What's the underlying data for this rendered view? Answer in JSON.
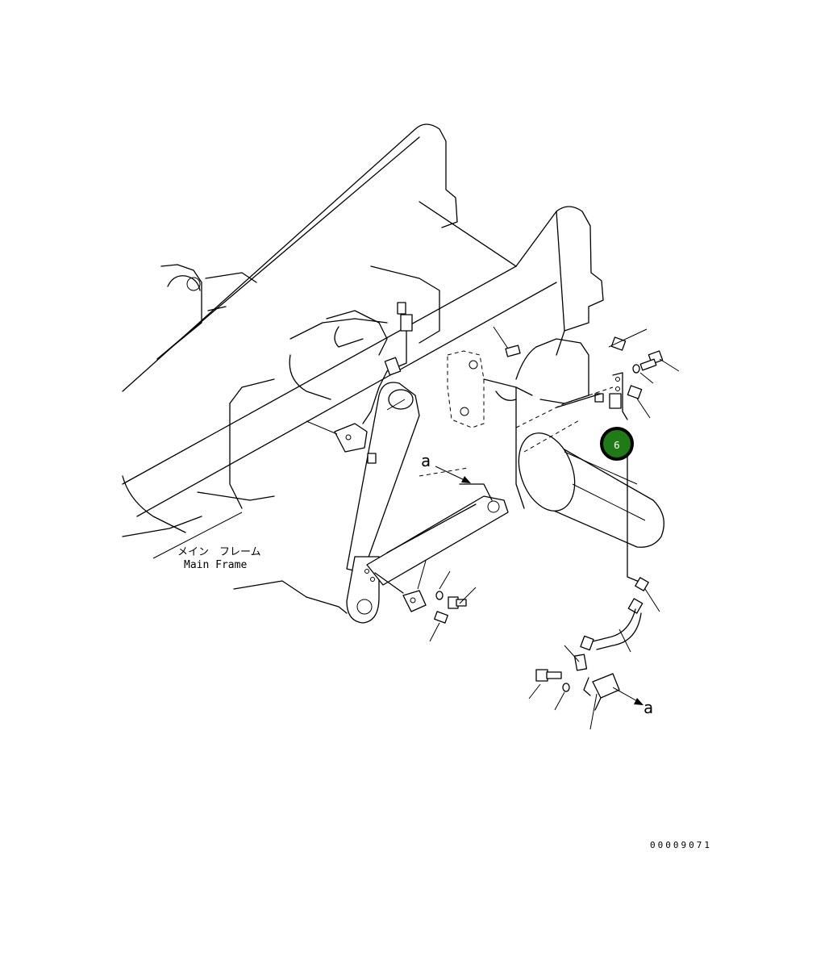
{
  "labels": {
    "frame_jp": "メイン　フレーム",
    "frame_en": "Main Frame",
    "view_ref_left": "a",
    "view_ref_right": "a",
    "callout_number": "6",
    "drawing_number": "00009071"
  },
  "colors": {
    "line": "#000000",
    "callout_fill": "#1e7b16",
    "callout_ring": "#000000",
    "callout_text": "#ffffff"
  }
}
